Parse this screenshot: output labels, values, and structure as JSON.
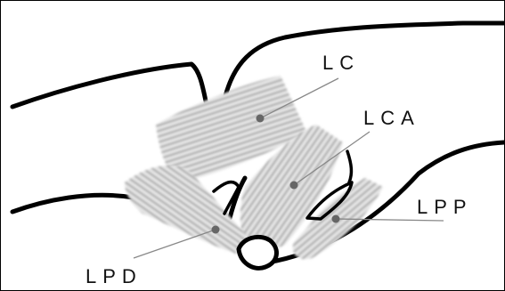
{
  "labels": {
    "lc": "LC",
    "lca": "LCA",
    "lpp": "LPP",
    "lpd": "LPD"
  }
}
